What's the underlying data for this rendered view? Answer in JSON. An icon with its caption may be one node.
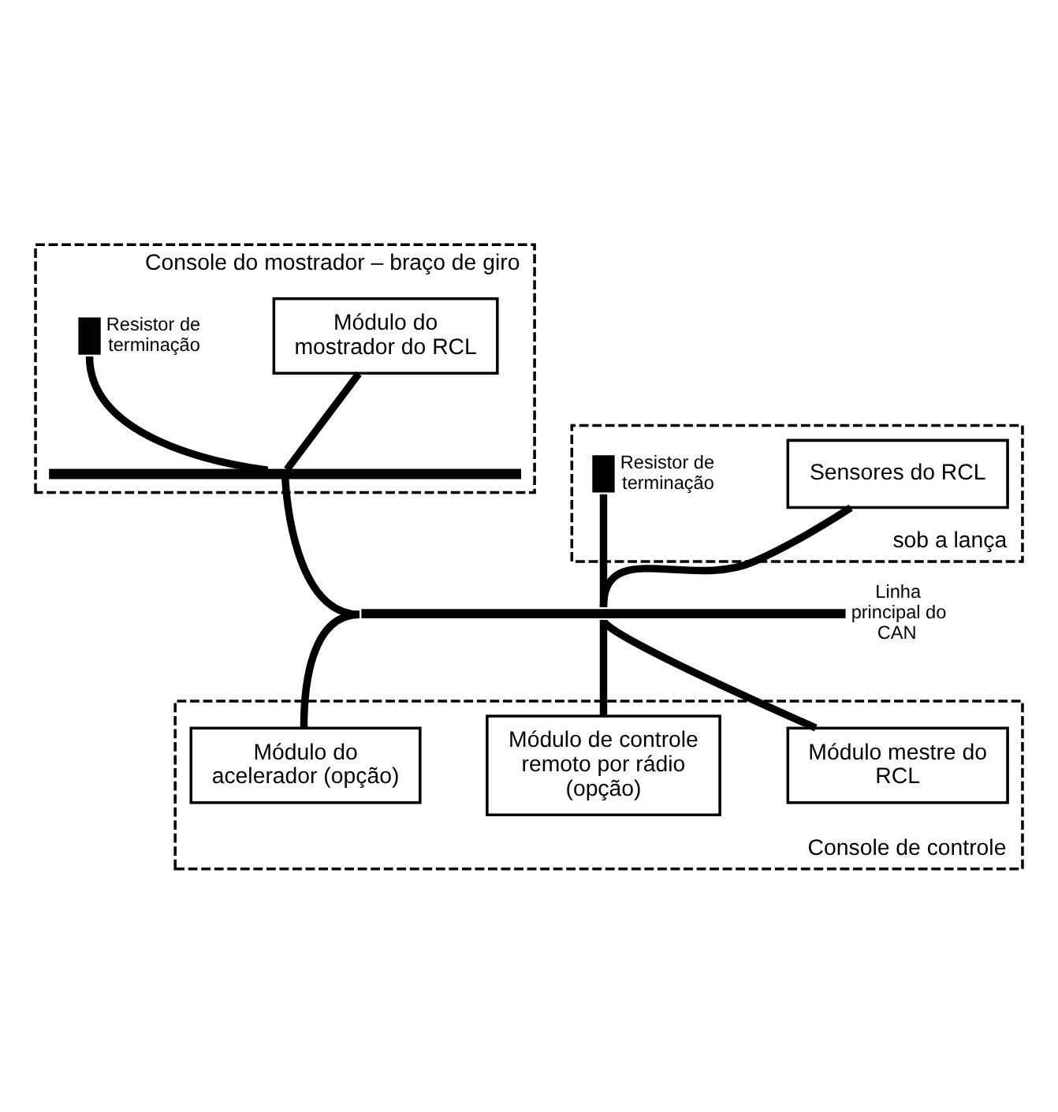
{
  "diagram": {
    "nodes": [
      {
        "text": [
          "Console do mostrador – braço de giro"
        ]
      },
      {
        "text": [
          "Módulo do mostrador do RCL"
        ],
        "in": 0
      },
      {
        "text": [],
        "shape": "box",
        "in": 0,
        "beside": [
          "Resistor de terminação"
        ]
      },
      {
        "text": [],
        "shape": "bar",
        "in": 0
      },
      {
        "text": [
          "sob a lança"
        ]
      },
      {
        "text": [
          "Sensores do RCL"
        ],
        "in": 4
      },
      {
        "text": [],
        "shape": "box",
        "in": 4,
        "beside": [
          "Resistor de terminação"
        ]
      },
      {
        "text": [
          "Console de controle"
        ]
      },
      {
        "text": [
          "Módulo mestre do RCL"
        ],
        "in": 7
      },
      {
        "text": [
          "Módulo de controle remoto por rádio (opção)"
        ],
        "in": 7
      },
      {
        "text": [
          "Módulo do acelerador (opção)"
        ],
        "in": 7
      },
      {
        "text": [],
        "shape": "bar",
        "beside": [
          "Linha principal do CAN"
        ]
      }
    ],
    "edges": [
      {
        "from": 2,
        "to": 3,
        "arrow": "none"
      },
      {
        "from": 1,
        "to": 3,
        "arrow": "none"
      },
      {
        "from": 3,
        "to": 11,
        "arrow": "none"
      },
      {
        "from": 6,
        "to": 11,
        "arrow": "none"
      },
      {
        "from": 5,
        "to": 11,
        "arrow": "none"
      },
      {
        "from": 8,
        "to": 11,
        "arrow": "none"
      },
      {
        "from": 11,
        "to": 9,
        "arrow": "none"
      },
      {
        "from": 11,
        "to": 10,
        "arrow": "none"
      }
    ]
  }
}
